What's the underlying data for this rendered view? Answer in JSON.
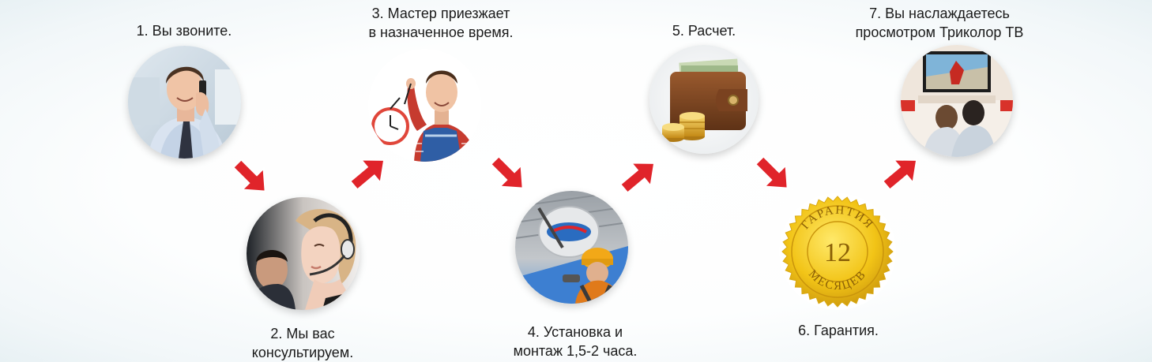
{
  "steps": [
    {
      "lines": [
        "1. Вы звоните."
      ]
    },
    {
      "lines": [
        "2. Мы вас",
        "консультируем."
      ]
    },
    {
      "lines": [
        "3. Мастер приезжает",
        "в назначенное время."
      ]
    },
    {
      "lines": [
        "4. Установка и",
        "монтаж 1,5-2 часа."
      ]
    },
    {
      "lines": [
        "5. Расчет."
      ]
    },
    {
      "lines": [
        "6. Гарантия."
      ]
    },
    {
      "lines": [
        "7. Вы наслаждаетесь",
        "просмотром Триколор ТВ"
      ]
    }
  ],
  "seal": {
    "top_text": "ГАРАНТИЯ",
    "number": "12",
    "bottom_text": "МЕСЯЦЕВ"
  },
  "colors": {
    "arrow": "#e0242a",
    "seal_gold": "#f2c417"
  },
  "icons": [
    "man-on-phone-photo",
    "call-center-operator-photo",
    "technician-with-clock-photo",
    "satellite-dish-installer-photo",
    "wallet-with-coins-photo",
    "guarantee-seal-icon",
    "couple-watching-tv-photo"
  ]
}
